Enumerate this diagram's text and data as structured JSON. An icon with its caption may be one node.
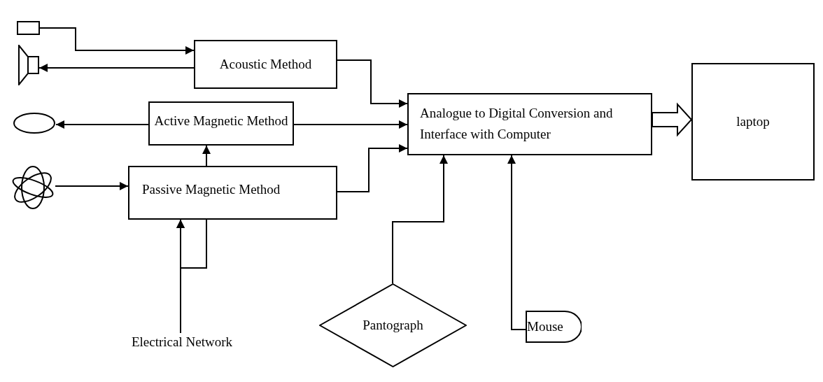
{
  "diagram": {
    "nodes": [
      {
        "text": [],
        "shape": "box"
      },
      {
        "text": [],
        "shape": "speaker"
      },
      {
        "text": [],
        "shape": "ellipse"
      },
      {
        "text": [],
        "shape": "atom"
      },
      {
        "text": [
          "Acoustic Method"
        ]
      },
      {
        "text": [
          "Active Magnetic Method"
        ]
      },
      {
        "text": [
          "Passive Magnetic Method"
        ]
      },
      {
        "text": [
          "Analogue to Digital Conversion and Interface with Computer"
        ]
      },
      {
        "text": [
          "laptop"
        ]
      },
      {
        "text": [
          "Electrical Network"
        ]
      },
      {
        "text": [
          "Pantograph"
        ]
      },
      {
        "text": [
          "Mouse"
        ]
      }
    ],
    "edges": [
      {
        "from": 0,
        "to": 4,
        "arrow": "to"
      },
      {
        "from": 4,
        "to": 1,
        "arrow": "to"
      },
      {
        "from": 5,
        "to": 2,
        "arrow": "to"
      },
      {
        "from": 3,
        "to": 6,
        "arrow": "to"
      },
      {
        "from": 6,
        "to": 5,
        "arrow": "to"
      },
      {
        "from": 4,
        "to": 7,
        "arrow": "to"
      },
      {
        "from": 5,
        "to": 7,
        "arrow": "to"
      },
      {
        "from": 6,
        "to": 7,
        "arrow": "to"
      },
      {
        "from": 9,
        "to": 6,
        "arrow": "to"
      },
      {
        "from": 6,
        "to": 6,
        "arrow": "to"
      },
      {
        "from": 10,
        "to": 7,
        "arrow": "to"
      },
      {
        "from": 11,
        "to": 7,
        "arrow": "to"
      },
      {
        "from": 7,
        "to": 8,
        "arrow": "to",
        "style": "thick"
      }
    ]
  }
}
